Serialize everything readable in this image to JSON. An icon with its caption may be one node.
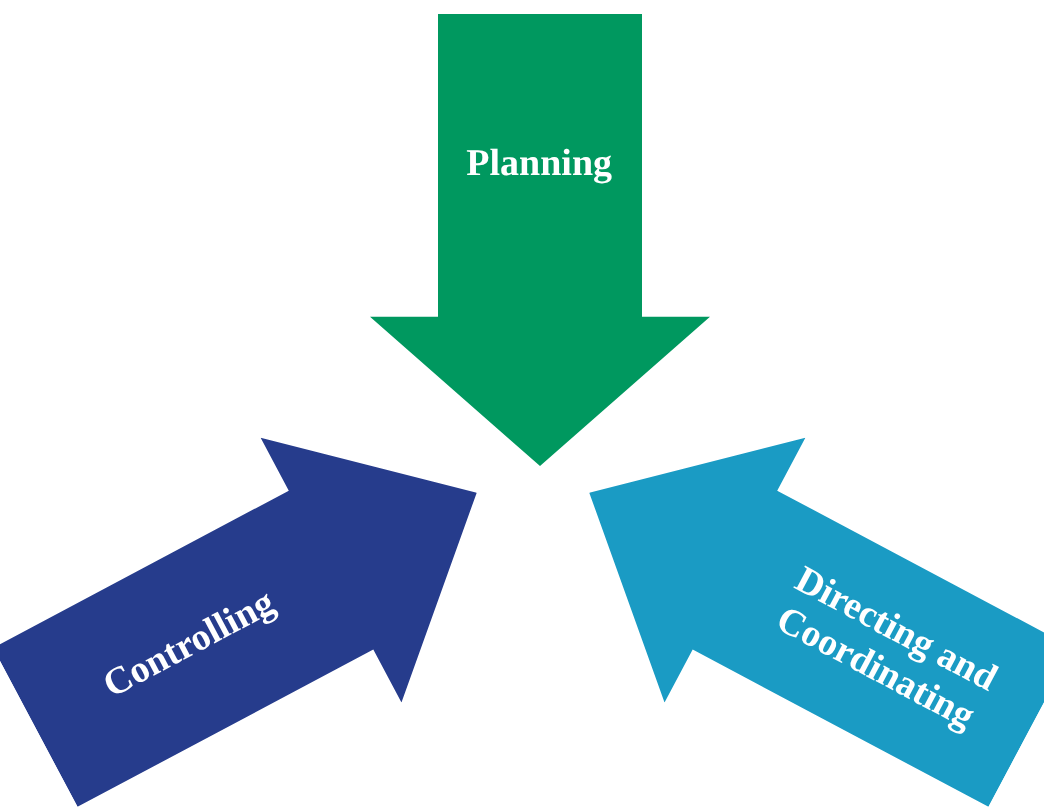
{
  "diagram": {
    "nodes": [
      {
        "text": [
          "Planning"
        ]
      },
      {
        "text": [
          "Controlling"
        ]
      },
      {
        "text": [
          "Directing and Coordinating"
        ]
      }
    ]
  }
}
